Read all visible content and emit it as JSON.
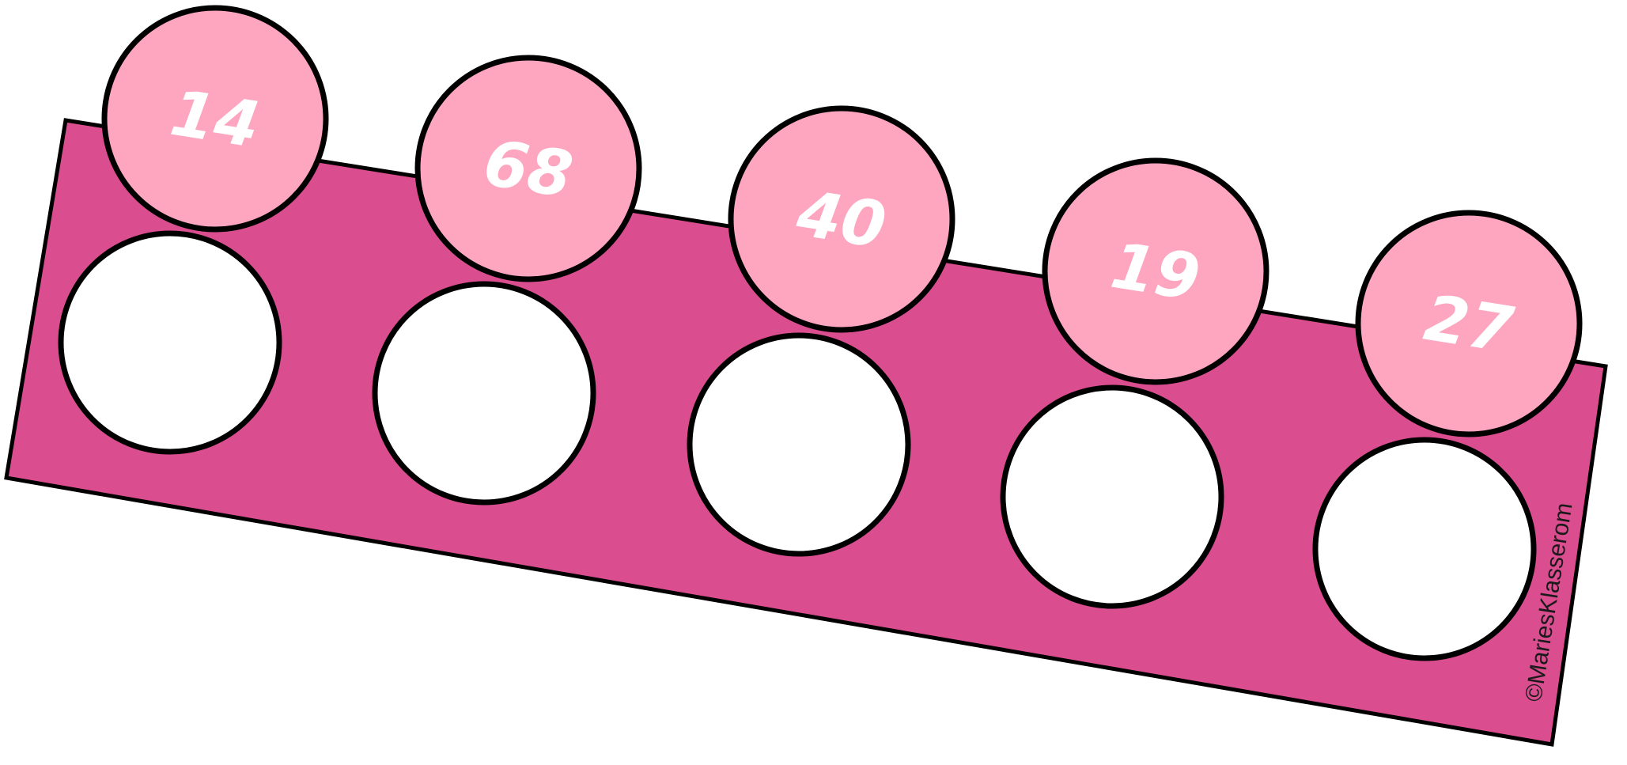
{
  "colors": {
    "strip": "#da4d8f",
    "ball": "#fea6c0",
    "hole": "#ffffff",
    "outline": "#000000"
  },
  "balls": [
    {
      "label": "14"
    },
    {
      "label": "68"
    },
    {
      "label": "40"
    },
    {
      "label": "19"
    },
    {
      "label": "27"
    }
  ],
  "holes_count": 5,
  "watermark": "©MariesKlasserom"
}
